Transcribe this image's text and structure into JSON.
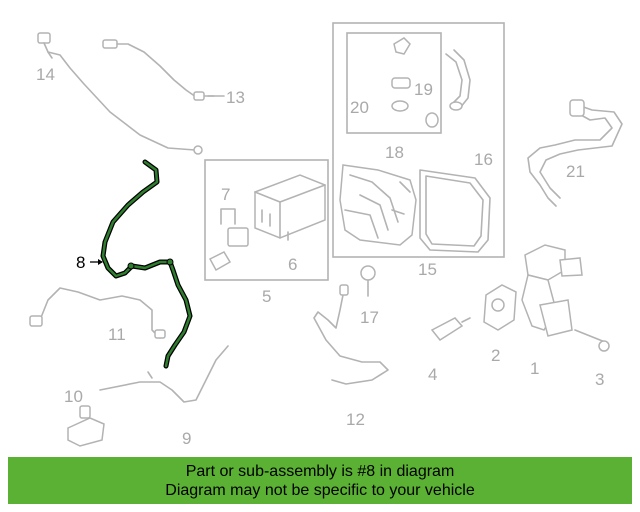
{
  "colors": {
    "banner_bg": "#5bb133",
    "highlight_fill": "#2f7d2f",
    "highlight_outline": "#000000",
    "part_gray": "#b3b3b3",
    "label_gray": "#a9a9a9"
  },
  "diagram": {
    "highlighted_part": "8",
    "labels": {
      "p1": "1",
      "p2": "2",
      "p3": "3",
      "p4": "4",
      "p5": "5",
      "p6": "6",
      "p7": "7",
      "p8": "8",
      "p9": "9",
      "p10": "10",
      "p11": "11",
      "p12": "12",
      "p13": "13",
      "p14": "14",
      "p15": "15",
      "p16": "16",
      "p17": "17",
      "p18": "18",
      "p19": "19",
      "p20": "20",
      "p21": "21"
    }
  },
  "banner": {
    "line1": "Part or sub-assembly is #8 in diagram",
    "line2": "Diagram may not be specific to your vehicle"
  }
}
